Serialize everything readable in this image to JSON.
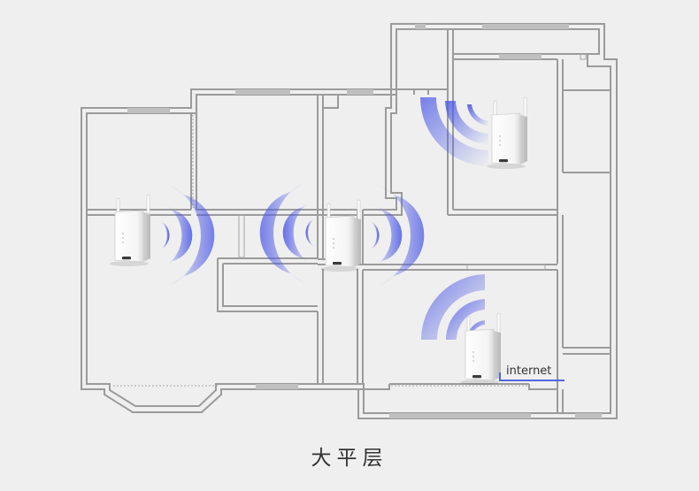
{
  "caption": "大平层",
  "internet_label": "internet",
  "colors": {
    "background": "#efefef",
    "wall": "#9b9b9b",
    "window": "#bfbfbf",
    "signal": "#4f5ce6",
    "cable": "#5566e0"
  },
  "devices": [
    {
      "name": "wifi-extender",
      "signal": "right"
    },
    {
      "name": "wifi-extender",
      "signal": "both"
    },
    {
      "name": "wifi-extender",
      "signal": "up-left"
    },
    {
      "name": "wifi-extender",
      "signal": "up-left"
    }
  ]
}
